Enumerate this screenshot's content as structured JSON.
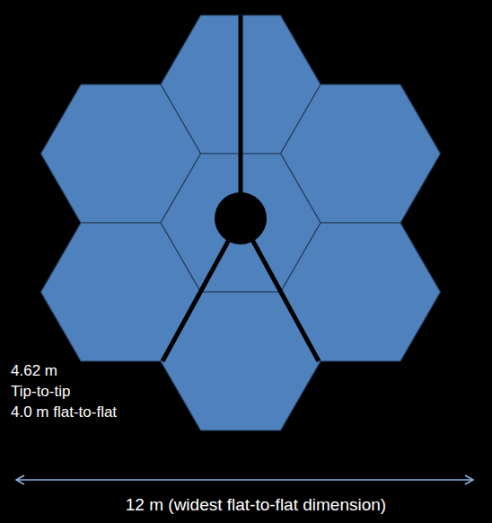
{
  "diagram": {
    "labels": [
      "4.62 m",
      "Tip-to-tip",
      "4.0 m flat-to-flat",
      "12 m (widest flat-to-flat dimension)"
    ]
  }
}
